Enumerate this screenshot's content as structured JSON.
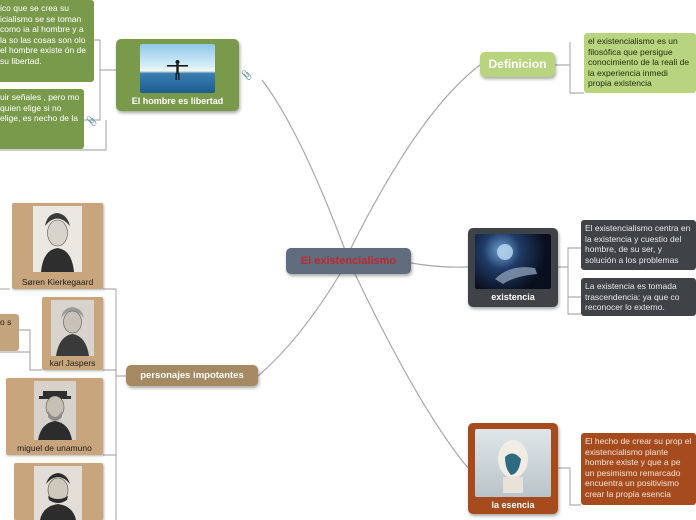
{
  "central": {
    "label": "El existencialismo"
  },
  "topics": {
    "definicion": {
      "label": "Definicion"
    },
    "libertad": {
      "label": "El hombre es libertad"
    },
    "existencia": {
      "label": "existencia"
    },
    "esencia": {
      "label": "la esencia"
    },
    "personajes": {
      "label": "personajes impotantes"
    }
  },
  "notes": {
    "definicion_note": "el existencialismo es un filosófica  que persigue conocimiento de la reali de la experiencia inmedi propia existencia",
    "libertad_note_1": "ico que se crea su icialismo se se toman como ia al hombre y a la so las cosas son olo el hombre existe ón de su libertad.",
    "libertad_note_2": "uir señales , pero mo quien elige si no elige, es necho de la",
    "existencia_note_1": "El existencialismo centra en la existencia y cuestio del hombre, de su ser, y solución a los problemas",
    "existencia_note_2": "La existencia es tomada trascendencia: ya que co reconocer lo externo.",
    "esencia_note": "El hecho de crear su prop el existencialismo plante hombre existe y que a pe un pesimismo remarcado encuentra un positivismo crear la propia esencia",
    "personajes_note": "o s"
  },
  "people": [
    {
      "name": "Søren Kierkegaard"
    },
    {
      "name": "karl Jaspers"
    },
    {
      "name": "miguel de unamuno"
    },
    {
      "name": ""
    }
  ],
  "colors": {
    "central_bg": "#5f6d7e",
    "central_text": "#c1272d",
    "green": "#7a9a4b",
    "light_green": "#b9d47e",
    "dark": "#3f4347",
    "rust": "#a64b1e",
    "tan": "#a58962"
  }
}
